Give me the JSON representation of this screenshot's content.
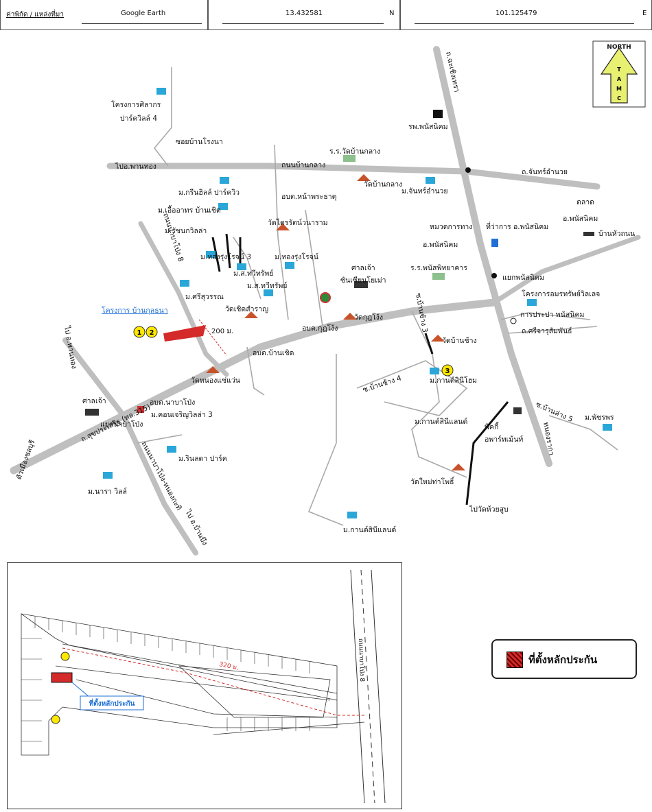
{
  "header": {
    "coord_label": "ค่าพิกัด / แหล่งที่มา",
    "source": "Google Earth",
    "latitude": "13.432581",
    "lat_dir": "N",
    "longitude": "101.125479",
    "lon_dir": "E"
  },
  "compass": {
    "title": "NORTH",
    "letters": [
      "T",
      "A",
      "M",
      "C"
    ]
  },
  "colors": {
    "main_road": "#bfbfbf",
    "collateral": "#d42a2a",
    "marker": "#ffe800",
    "accent_blue": "#1f6fd6"
  },
  "labels": {
    "project_silaphon": "โครงการศิลากร",
    "park_villa4": "ปาร์ควิลล์ 4",
    "soi_ban_rongna": "ซอยบ้านโรงนา",
    "to_phanthong": "ไปอ.พานทอง",
    "rd_ban_klang": "ถนนบ้านกลาง",
    "rd_chan_amnuai": "ถ.จันทร์อำนวย",
    "rd_chachoengsao": "ถ.ฉะเชิงเทรา",
    "hospital": "รพ.พนัสนิคม",
    "school_wat_ban_klang": "ร.ร.วัดบ้านกลาง",
    "wat_ban_klang": "วัดบ้านกลาง",
    "m_chan_amnuai": "ม.จันทร์อำนวย",
    "sao_na_phrathat": "อบต.หน้าพระธาตุ",
    "m_green_hills": "ม.กรีนฮิลล์ ปาร์ควิว",
    "m_uea_athon": "ม.เอื้ออาทร บ้านเชิด",
    "m_ratchan_villa": "ม.รัชนกวิลล่า",
    "wat_trai_rat": "วัดไตรรัตน์วนาราม",
    "m_thong_rung3": "ม.ทองรุ่งโรจน์ 3",
    "m_thong_rung": "ม.ทองรุ่งโรจน์",
    "m_sor_thawee1": "ม.ส.ทวีทรัพย์",
    "m_sor_thawee2": "ม.ส.ทวีทรัพย์",
    "m_sri_suwan": "ม.ศรีสุวรรณ",
    "wat_choet": "วัดเชิดสำราญ",
    "shrine_chao": "ศาลเจ้า",
    "chan_chiang": "ซันเซียนโยเม่า",
    "rd_naban_pong8": "ถนนนาบาโป่ง 8",
    "project_main": "โครงการ บ้านกุลธนา",
    "dist_200": "200 ม.",
    "sao_ban_choet": "อบต.บ้านเชิด",
    "sao_ku_ngeng": "อบต.กุฎโง้ง",
    "wat_ku_ngeng": "วัดกุฎโง้ง",
    "rd_sukprasert": "ถ.สุขประเสริฐ (ทล.315)",
    "wat_nong_khaen": "วัดหนองแช่แว่น",
    "sao_naban_pong": "อบต.นาบาโป่ง",
    "m_condo_charoen": "ม.คอนเจริญวิลล่า 3",
    "shrine_chao2": "ศาลเจ้า",
    "yaek_naban": "แยกนาบาโป่ง",
    "to_chonburi": "ตัวเมืองชลบุรี",
    "rd_phanthong": "ไป อ.พานทอง",
    "m_rinlada": "ม.รินลดา ปาร์ค",
    "m_nara": "ม.นารา วิลล์",
    "rd_naban_nong": "ถนนนาบาโป่ง-หนองกะทิ",
    "to_ban_bueng": "ไป อ.บ้านบึง",
    "dept_transport": "หมวดการทาง",
    "dept_transport2": "อ.พนัสนิคม",
    "district_office": "ที่ว่าการ อ.พนัสนิคม",
    "market": "ตลาด",
    "market2": "อ.พนัสนิคม",
    "ban_hua_thanon": "บ้านหัวถนน",
    "school_phanat": "ร.ร.พนัสพิทยาคาร",
    "yaek_phanat": "แยกพนัสนิคม",
    "project_amnuai": "โครงการอมรทรัพย์วิลเลจ",
    "water_auth": "การประปา พนัสนิคม",
    "rd_srichan": "ถ.ศรีจารุสัมพันธ์",
    "soi_ban_chang3": "ซ.บ้านช้าง 3",
    "wat_ban_chang": "วัดบ้านช้าง",
    "soi_ban_chang4": "ซ.บ้านช้าง 4",
    "m_kan_sin_home": "ม.กานต์สินีโฮม",
    "m_kan_sin_land": "ม.กานต์สินีแลนด์",
    "phikhi": "พิคกี้",
    "apartment": "อพาร์ทเม้นท์",
    "soi_ban_nong5": "ซ.บ้านล่าง 5",
    "m_phatcharaporn": "ม.พัชรพร",
    "nong_rakao": "หนองรากา",
    "wat_mai_tha_pho": "วัดใหม่ท่าโพธิ์",
    "to_wat_huai_sup": "ไปวัดห้วยสูบ",
    "m_kan_sin_land2": "ม.กานต์สินีแลนด์"
  },
  "markers": [
    "1",
    "2",
    "3"
  ],
  "inset": {
    "dist": "320 ม.",
    "collateral_label": "ที่ตั้งหลักประกัน",
    "road_label": "ถนนนาบาโป่ง 8"
  },
  "legend": {
    "label": "ที่ตั้งหลักประกัน"
  }
}
